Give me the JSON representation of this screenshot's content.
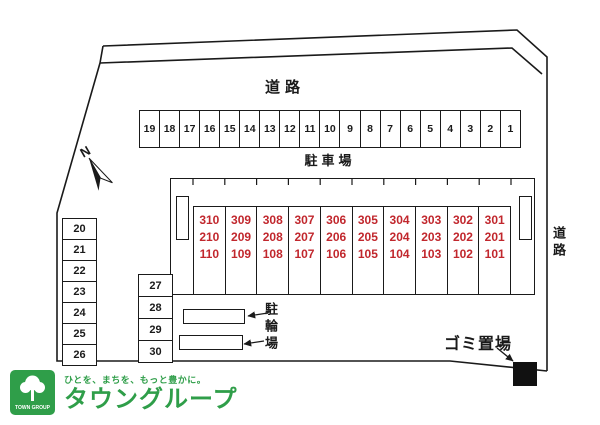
{
  "labels": {
    "road_top": "道路",
    "road_right": "道路",
    "parking_lot": "駐車場",
    "bicycle_parking": "駐輪場",
    "garbage": "ゴミ置場",
    "north": "N"
  },
  "parking": {
    "top_row": [
      "19",
      "18",
      "17",
      "16",
      "15",
      "14",
      "13",
      "12",
      "11",
      "10",
      "9",
      "8",
      "7",
      "6",
      "5",
      "4",
      "3",
      "2",
      "1"
    ],
    "left_column": [
      "20",
      "21",
      "22",
      "23",
      "24",
      "25",
      "26"
    ],
    "mid_column": [
      "27",
      "28",
      "29",
      "30"
    ]
  },
  "building": {
    "units": [
      [
        "310",
        "210",
        "110"
      ],
      [
        "309",
        "209",
        "109"
      ],
      [
        "308",
        "208",
        "108"
      ],
      [
        "307",
        "207",
        "107"
      ],
      [
        "306",
        "206",
        "106"
      ],
      [
        "305",
        "205",
        "105"
      ],
      [
        "304",
        "204",
        "104"
      ],
      [
        "303",
        "203",
        "103"
      ],
      [
        "302",
        "202",
        "102"
      ],
      [
        "301",
        "201",
        "101"
      ]
    ]
  },
  "footer": {
    "logo_text": "TOWN GROUP",
    "tagline": "ひとを、まちを、もっと豊かに。",
    "brand": "タウングループ"
  },
  "colors": {
    "line": "#1a1a1a",
    "unit_number": "#c1272d",
    "brand_green": "#2f9e49"
  }
}
